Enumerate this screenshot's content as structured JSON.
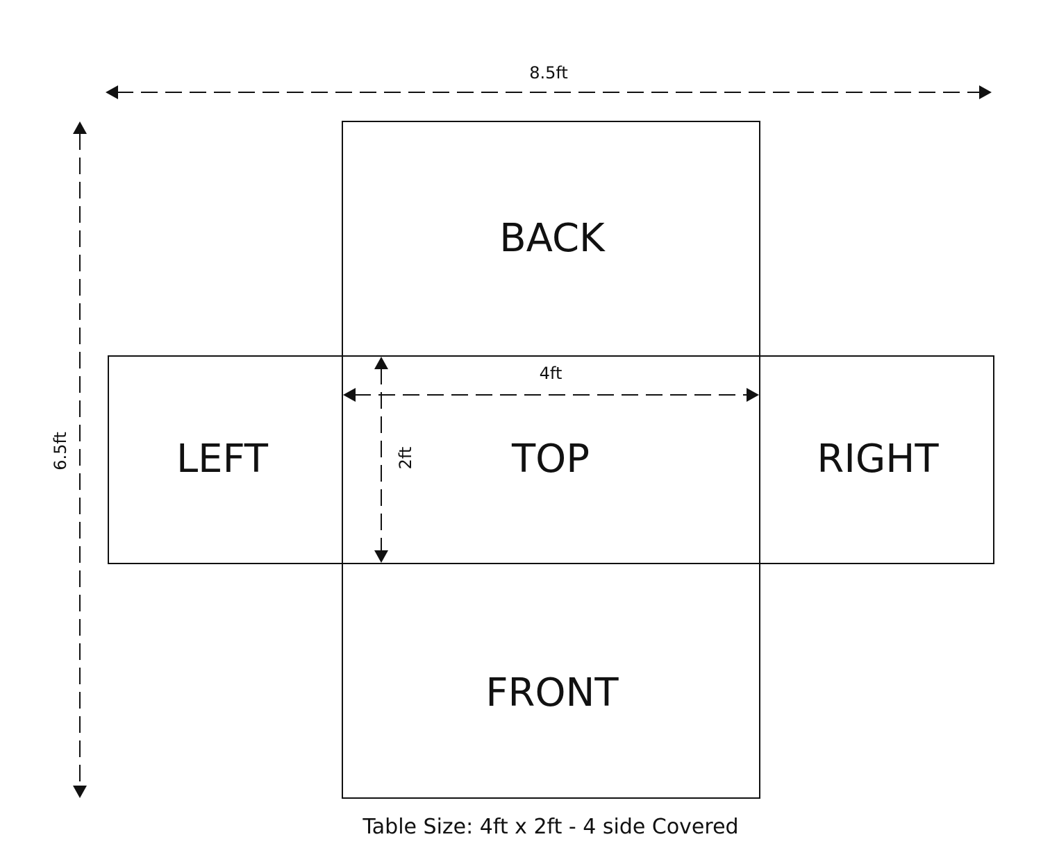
{
  "diagram": {
    "overall_width_label": "8.5ft",
    "overall_height_label": "6.5ft",
    "top_width_label": "4ft",
    "top_depth_label": "2ft",
    "panels": {
      "back": "BACK",
      "left": "LEFT",
      "top": "TOP",
      "right": "RIGHT",
      "front": "FRONT"
    },
    "caption": "Table Size: 4ft x 2ft - 4 side Covered",
    "line_color": "#111111"
  }
}
